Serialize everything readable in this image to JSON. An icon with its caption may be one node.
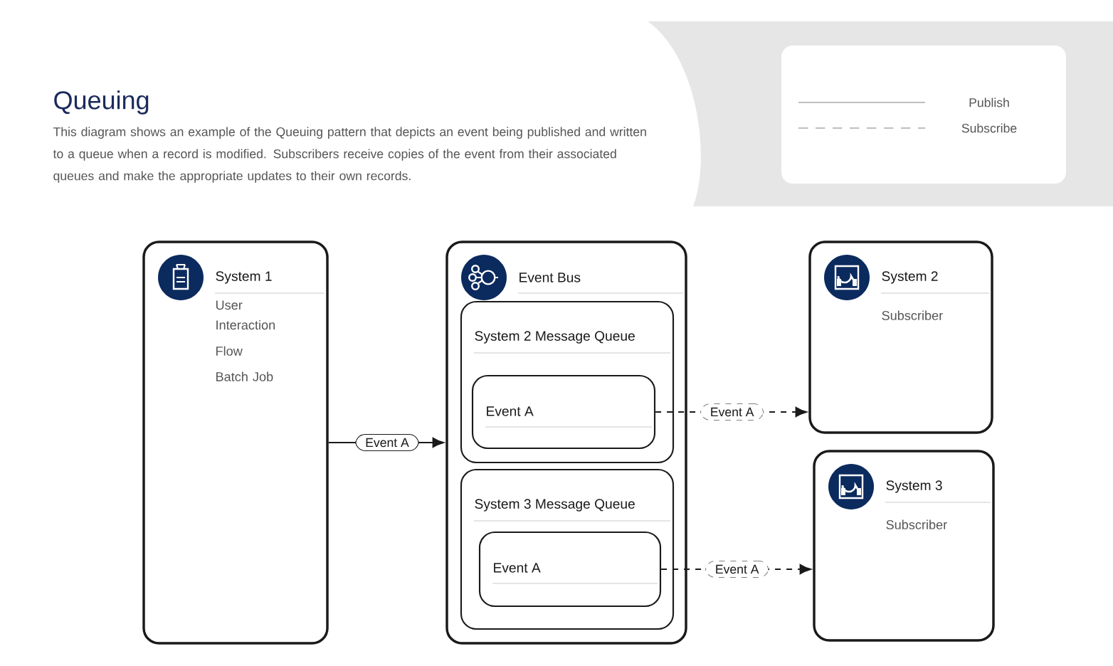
{
  "diagram": {
    "title": "Queuing",
    "caption": "This diagram shows an example of the Queuing pattern that depicts an event being published and written to a queue when a record is modified.  Subscribers receive copies of the event from their associated queues and make the appropriate updates to their own records.",
    "nodes": [
      {
        "text": [
          "System 1",
          "User Interaction",
          "Flow",
          "Batch Job"
        ]
      },
      {
        "text": [
          "Event Bus"
        ]
      },
      {
        "text": [
          "System 2 Message Queue"
        ],
        "in": 1
      },
      {
        "text": [
          "Event A"
        ],
        "in": 2
      },
      {
        "text": [
          "System 3 Message Queue"
        ],
        "in": 1
      },
      {
        "text": [
          "Event A"
        ],
        "in": 4
      },
      {
        "text": [
          "System 2",
          "Subscriber"
        ]
      },
      {
        "text": [
          "System 3",
          "Subscriber"
        ]
      }
    ],
    "edges": [
      {
        "from": 0,
        "to": 1,
        "arrow": "to",
        "label": "Event A"
      },
      {
        "from": 3,
        "to": 6,
        "arrow": "to",
        "label": "Event A",
        "style": "dashed"
      },
      {
        "from": 5,
        "to": 7,
        "arrow": "to",
        "label": "Event A",
        "style": "dashed"
      }
    ],
    "legend": [
      {
        "text": "Publish"
      },
      {
        "text": "Subscribe"
      }
    ]
  }
}
